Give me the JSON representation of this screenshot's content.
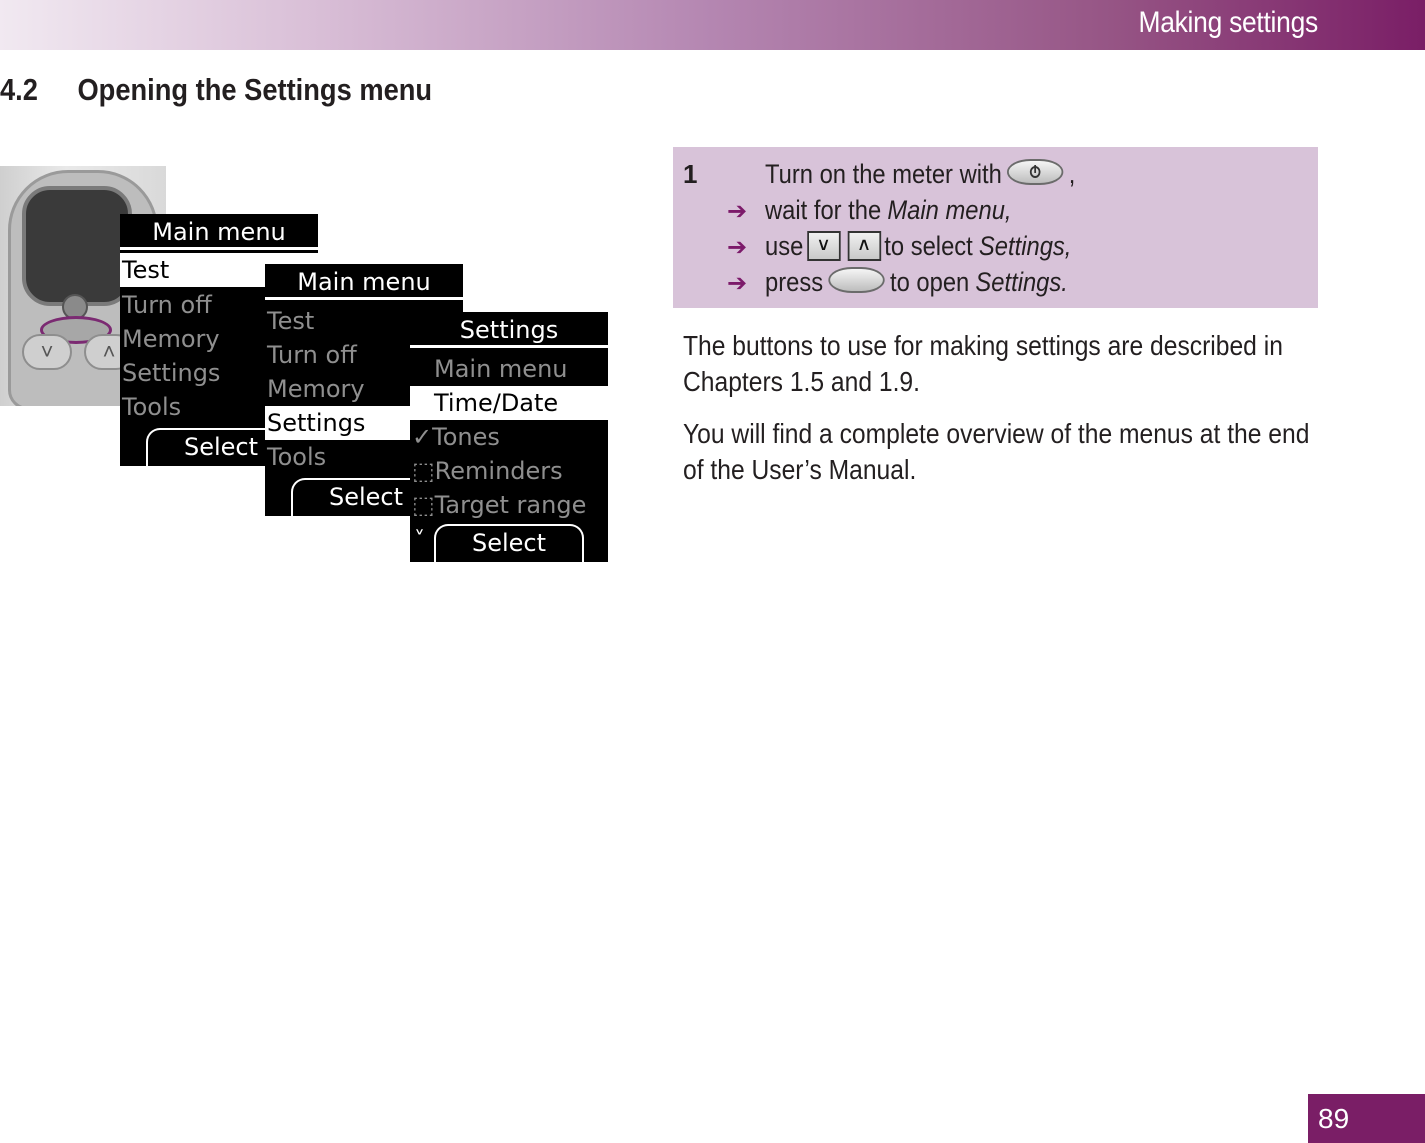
{
  "header": {
    "title": "Making settings"
  },
  "section": {
    "number": "4.2",
    "title": "Opening the Settings menu"
  },
  "instructions": {
    "step": "1",
    "line1": "Turn on the meter with",
    "line1_end": ",",
    "line2": "wait for the",
    "line2_em": "Main menu,",
    "line3_pre": "use",
    "line3_post": "to select",
    "line3_em": "Settings,",
    "line4_pre": "press",
    "line4_post": "to open",
    "line4_em": "Settings.",
    "arrow": "➔",
    "down_key": "˅",
    "up_key": "˄"
  },
  "paragraphs": [
    "The buttons to use for making settings are described in Chapters 1.5 and 1.9.",
    "You will find a complete overview of the menus at the end of the User’s Manual."
  ],
  "screen1": {
    "title": "Main menu",
    "items": [
      "Test",
      "Turn off",
      "Memory",
      "Settings",
      "Tools"
    ],
    "select": "Select"
  },
  "screen2": {
    "title": "Main menu",
    "items": [
      "Test",
      "Turn off",
      "Memory",
      "Settings",
      "Tools"
    ],
    "select": "Select"
  },
  "screen3": {
    "title": "Settings",
    "items": [
      "Main menu",
      "Time/Date",
      "✓Tones",
      "⬚Reminders",
      "⬚Target range"
    ],
    "select": "Select",
    "scroll_mark": "˅"
  },
  "page_number": "89"
}
